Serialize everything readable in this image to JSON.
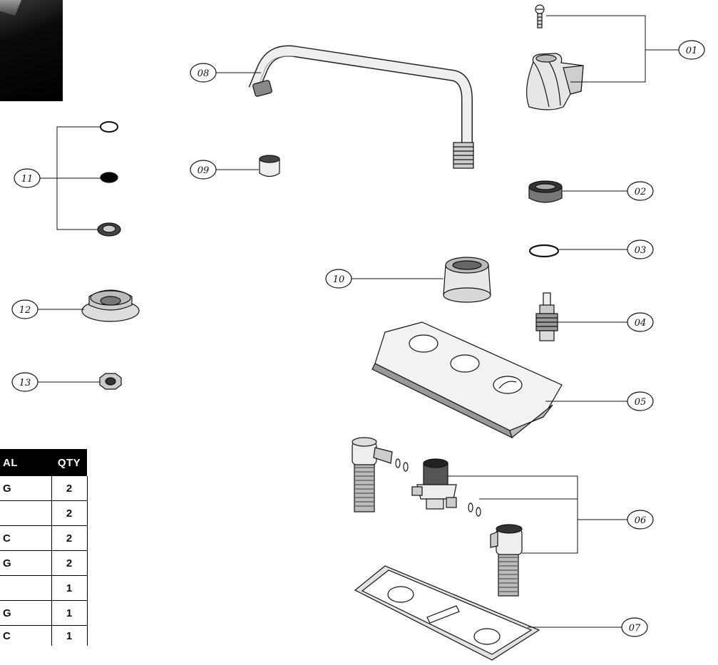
{
  "callouts": {
    "c01": "01",
    "c02": "02",
    "c03": "03",
    "c04": "04",
    "c05": "05",
    "c06": "06",
    "c07": "07",
    "c08": "08",
    "c09": "09",
    "c10": "10",
    "c11": "11",
    "c12": "12",
    "c13": "13"
  },
  "table": {
    "headers": {
      "material": "AL",
      "qty": "QTY"
    },
    "rows": [
      {
        "material": "G",
        "qty": "2"
      },
      {
        "material": "",
        "qty": "2"
      },
      {
        "material": "C",
        "qty": "2"
      },
      {
        "material": "G",
        "qty": "2"
      },
      {
        "material": "",
        "qty": "1"
      },
      {
        "material": "G",
        "qty": "1"
      },
      {
        "material": "C",
        "qty": "1"
      }
    ]
  }
}
